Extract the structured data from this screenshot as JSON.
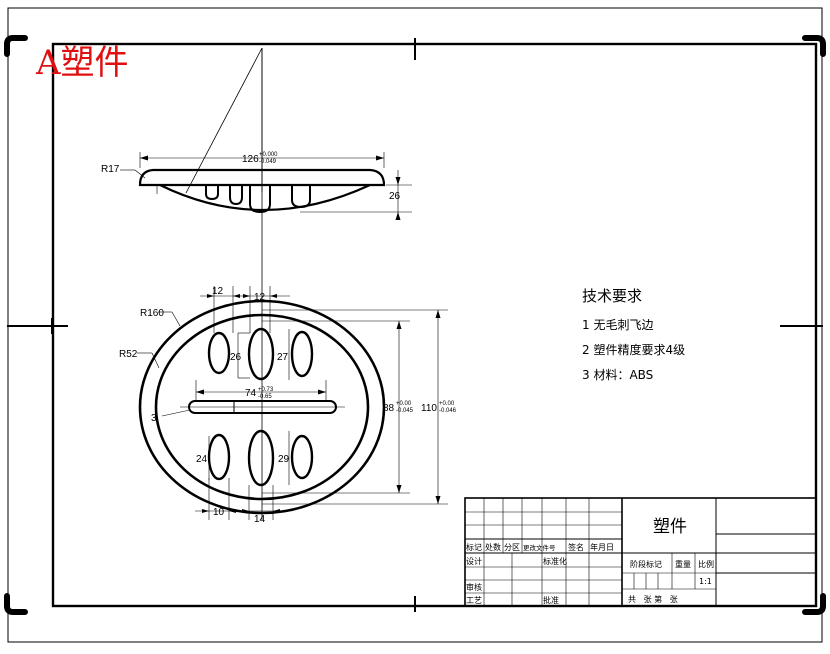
{
  "stamp": "A塑件",
  "views": {
    "top": {
      "width_dim": "126",
      "width_tol_upper": "+0.000",
      "width_tol_lower": "-0.049",
      "height_dim": "26",
      "radius_label": "R17"
    },
    "plan": {
      "r_outer_label": "R160",
      "r_inner_label": "R52",
      "slot_r_label": "3",
      "dim_12a": "12",
      "dim_12b": "12",
      "dim_26": "26",
      "dim_27": "27",
      "dim_74": "74",
      "dim_74_upper": "+0.73",
      "dim_74_lower": "-0.65",
      "dim_88": "88",
      "dim_88_upper": "+0.00",
      "dim_88_lower": "-0.045",
      "dim_110": "110",
      "dim_110_upper": "+0.00",
      "dim_110_lower": "-0.046",
      "dim_24": "24",
      "dim_29": "29",
      "dim_10": "10",
      "dim_14": "14"
    }
  },
  "tech_req": {
    "title": "技术要求",
    "items": [
      "1 无毛刺飞边",
      "2 塑件精度要求4级",
      "3 材料：ABS"
    ]
  },
  "title_block": {
    "part_name": "塑件",
    "header": [
      "标记",
      "处数",
      "分区",
      "更改文件号",
      "签名",
      "年月日"
    ],
    "design": "设计",
    "standard": "标准化",
    "stage_mark": "阶段标记",
    "weight": "重量",
    "scale_label": "比例",
    "scale_value": "1:1",
    "review": "审核",
    "process": "工艺",
    "approve": "批准",
    "sheets": "共   张 第   张"
  }
}
